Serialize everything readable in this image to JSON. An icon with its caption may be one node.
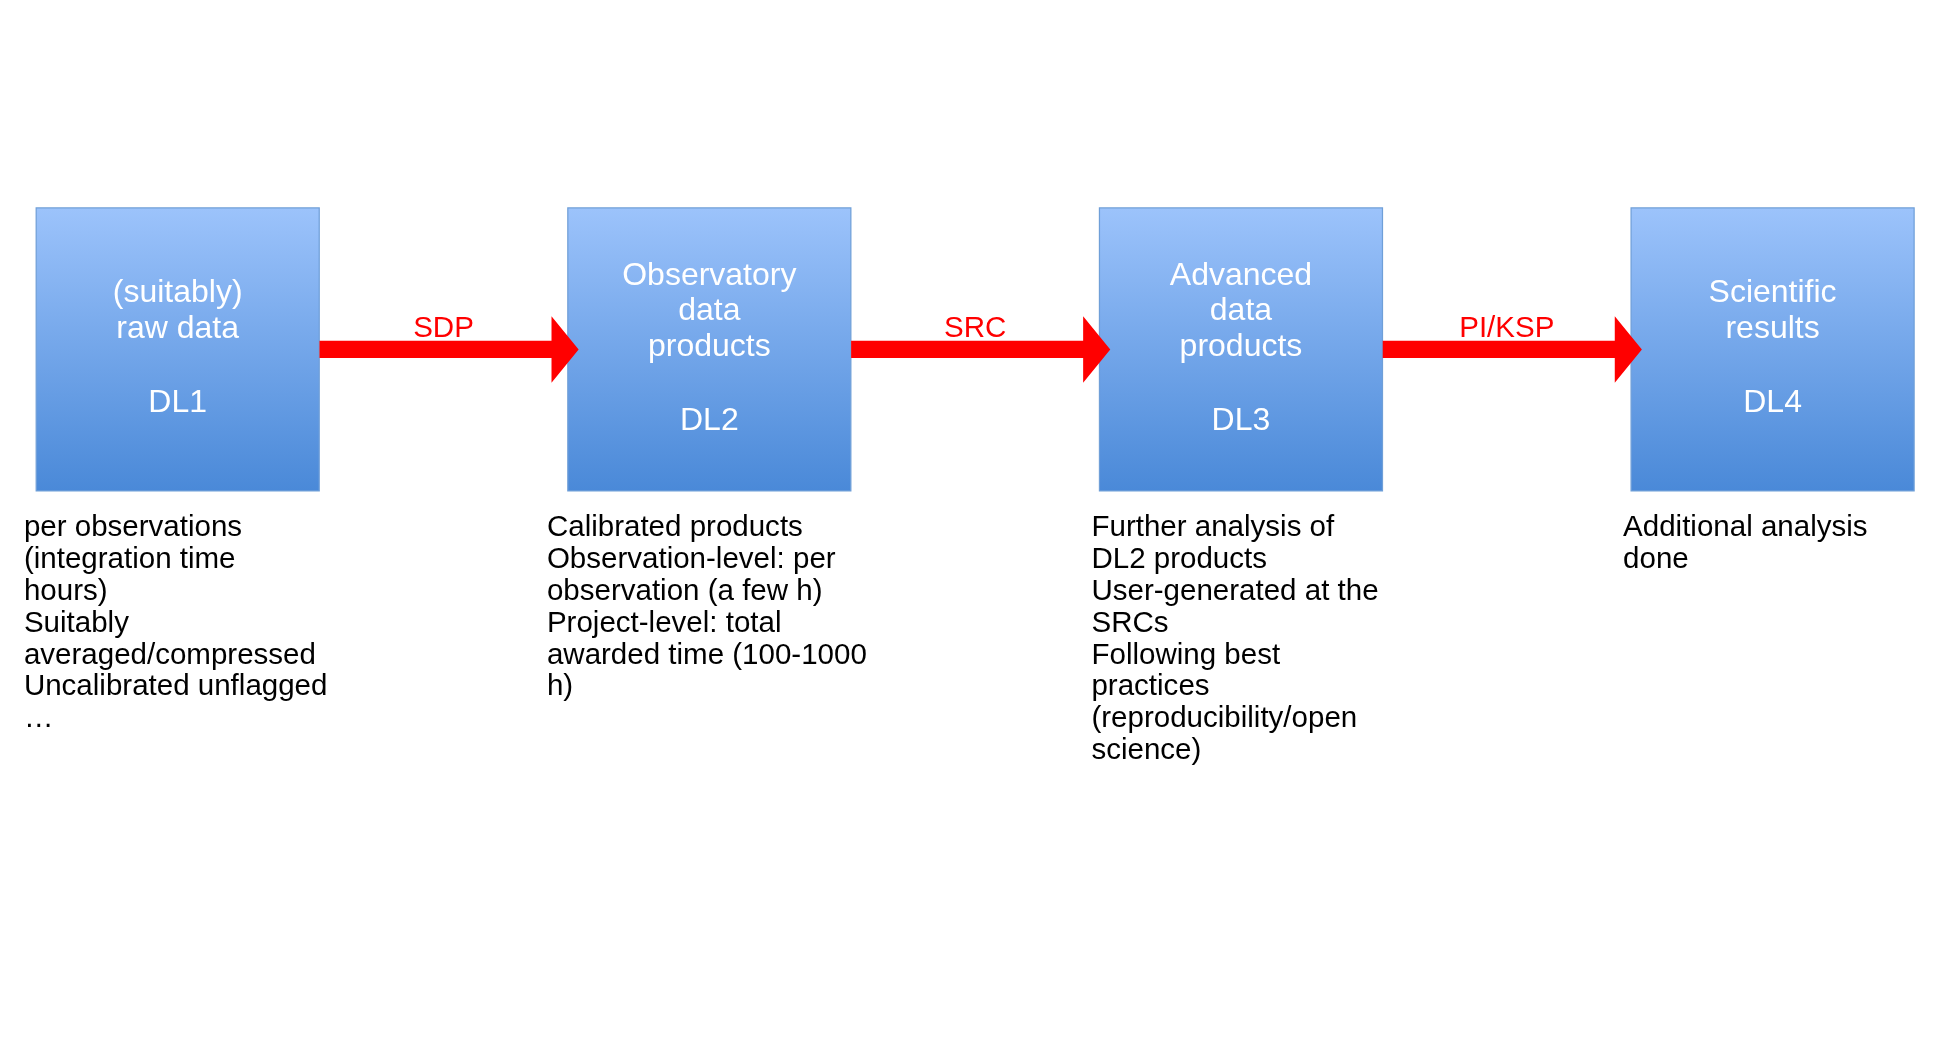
{
  "diagram": {
    "nodes": [
      {
        "text": [
          "(suitably) raw data",
          "DL1"
        ],
        "beside": [
          "per observations (integration time hours)",
          "Suitably averaged/compressed",
          "Uncalibrated unflagged",
          "…"
        ]
      },
      {
        "text": [
          "Observatory data products",
          "DL2"
        ],
        "beside": [
          "Calibrated products",
          "Observation-level: per observation (a few h)",
          "Project-level: total awarded time (100-1000 h)"
        ]
      },
      {
        "text": [
          "Advanced data products",
          "DL3"
        ],
        "beside": [
          "Further analysis of DL2 products",
          "User-generated at the SRCs",
          "Following best practices (reproducibility/open science)"
        ]
      },
      {
        "text": [
          "Scientific results",
          "DL4"
        ],
        "beside": [
          "Additional analysis done"
        ]
      }
    ],
    "edges": [
      {
        "from": 0,
        "to": 1,
        "arrow": "to",
        "label": "SDP"
      },
      {
        "from": 1,
        "to": 2,
        "arrow": "to",
        "label": "SRC"
      },
      {
        "from": 2,
        "to": 3,
        "arrow": "to",
        "label": "PI/KSP"
      }
    ]
  }
}
